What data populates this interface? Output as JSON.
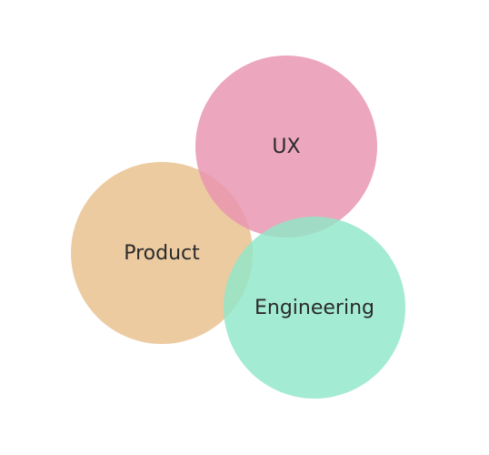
{
  "diagram": {
    "type": "venn",
    "sets": [
      {
        "label": "UX",
        "color": "#e892b0"
      },
      {
        "label": "Product",
        "color": "#e8bf8c"
      },
      {
        "label": "Engineering",
        "color": "#8fe6c8"
      }
    ]
  }
}
